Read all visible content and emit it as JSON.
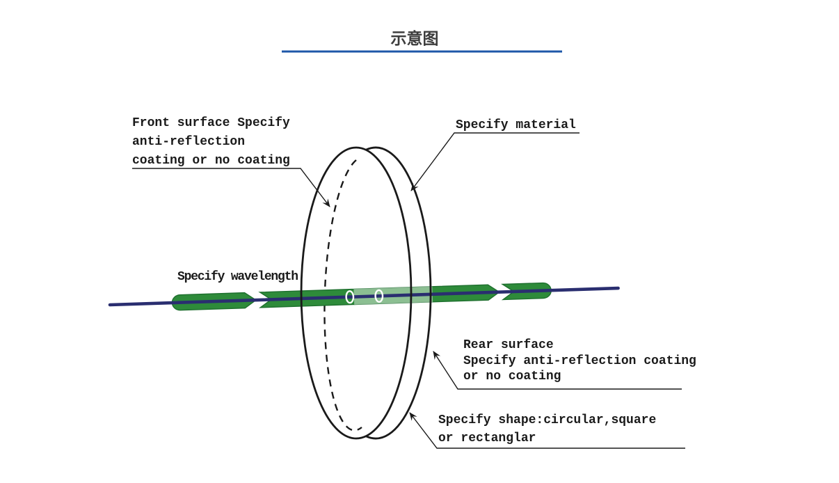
{
  "title": {
    "text": "示意图",
    "text_color": "#3d3d3d",
    "underline_color": "#1e57a8"
  },
  "labels": {
    "front_surface": {
      "line1": "Front surface Specify",
      "line2": "anti-reflection",
      "line3": "coating or no coating"
    },
    "material": {
      "text": "Specify material"
    },
    "wavelength": {
      "text": "Specify wavelength"
    },
    "rear_surface": {
      "line1": "Rear surface",
      "line2": "Specify anti-reflection coating",
      "line3": "or no coating"
    },
    "shape": {
      "line1": "Specify shape:circular,square",
      "line2": "or rectanglar"
    }
  },
  "diagram": {
    "subject": "optical-window-schematic",
    "colors": {
      "beam_green": "#2e8b3a",
      "beam_green_edge": "#1e6f2e",
      "beam_inside_glass": "lightened by white overlay 45%",
      "beam_axis_blue": "#2a2e70",
      "outline_black": "#1a1a1a"
    }
  }
}
